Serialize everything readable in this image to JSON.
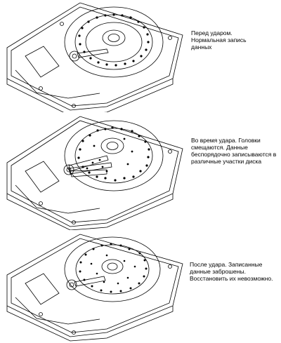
{
  "panels": [
    {
      "state": "normal",
      "caption": "Перед ударом.\nНормальная запись\nданных"
    },
    {
      "state": "impact",
      "caption": "Во время удара.  Головки\nсмещаются. Данные\nбеспорядочно записываются в\nразличные участки диска"
    },
    {
      "state": "scattered",
      "caption": "После удара. Записанные\nданные заброшены.\nВосстановить их невозможно."
    }
  ],
  "colors": {
    "ink": "#000000",
    "paper": "#ffffff"
  }
}
